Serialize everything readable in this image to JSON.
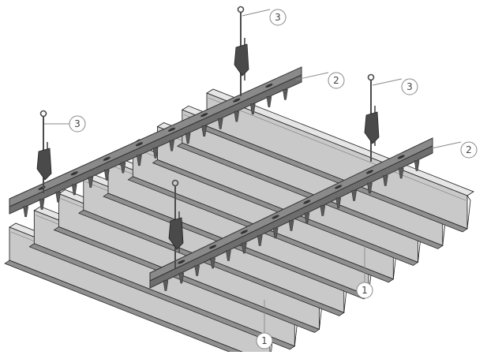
{
  "diagram": {
    "title": "",
    "legend": [],
    "callouts": [
      {
        "number": "1",
        "target": "panel"
      },
      {
        "number": "1",
        "target": "panel"
      },
      {
        "number": "2",
        "target": "carrier"
      },
      {
        "number": "2",
        "target": "carrier"
      },
      {
        "number": "3",
        "target": "hanger"
      },
      {
        "number": "3",
        "target": "hanger"
      },
      {
        "number": "3",
        "target": "hanger"
      }
    ],
    "panel_count": 9,
    "carrier_count": 2,
    "hanger_count": 4,
    "colors": {
      "panel_face": "#c9c9c9",
      "panel_edge": "#8f8f8f",
      "carrier": "#8a8a8a",
      "carrier_edge": "#333333",
      "hanger": "#4a4a4a",
      "line": "#1a1a1a",
      "callout_stroke": "#888888",
      "callout_text": "#444444"
    }
  }
}
